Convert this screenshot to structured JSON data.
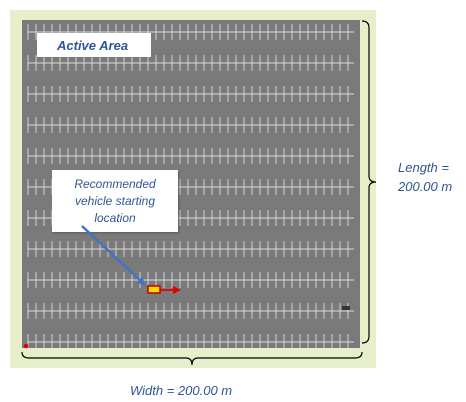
{
  "active_area": {
    "label": "Active Area"
  },
  "recommendation": {
    "lines": [
      "Recommended",
      "vehicle starting",
      "location"
    ]
  },
  "dimensions": {
    "length_lines": [
      "Length =",
      "200.00 m"
    ],
    "width_label": "Width = 200.00 m"
  },
  "colors": {
    "grass": "#e6efc9",
    "asphalt": "#7a7a7a",
    "text_blue": "#2f5597",
    "arrow_blue": "#4472c4",
    "vehicle_fill": "#ffd700",
    "vehicle_outline": "#c00000",
    "heading_arrow": "#e00000",
    "origin_marker": "#e00000"
  }
}
